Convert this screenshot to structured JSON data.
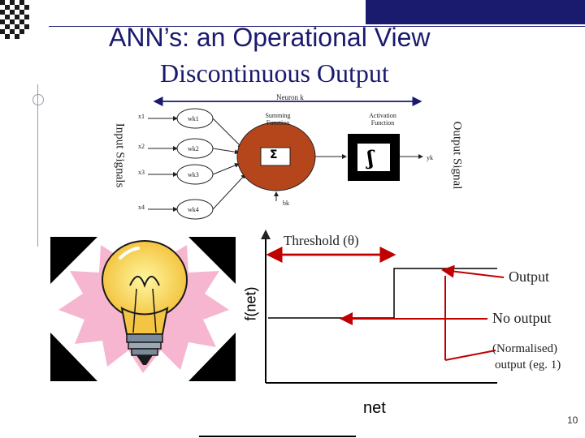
{
  "slide": {
    "title": "ANN’s: an Operational View",
    "subtitle": "Discontinuous Output",
    "page_number": "10"
  },
  "neuron": {
    "neuron_label": "Neuron k",
    "inputs": [
      "x1",
      "x2",
      "x3",
      "x4"
    ],
    "weights": [
      "wk1",
      "wk2",
      "wk3",
      "wk4"
    ],
    "summing_label": "Summing Function",
    "summing_symbol": "Σ",
    "activation_label": "Activation Function",
    "activation_symbol": "ʃ",
    "output_var": "yk",
    "bias": "bk",
    "input_signals": "Input Signals",
    "output_signal": "Output Signal"
  },
  "graph": {
    "threshold": "Threshold (θ)",
    "fnet": "f(net)",
    "net": "net",
    "output": "Output",
    "no_output": "No output",
    "normalised_1": "(Normalised)",
    "normalised_2": "output (eg. 1)"
  },
  "colors": {
    "title": "#1a1a6e",
    "accent": "#c00000",
    "neuron": "#b5451b",
    "axis": "#000000"
  },
  "icons": {
    "lightbulb": "lightbulb-icon",
    "checker": "checker-logo"
  }
}
